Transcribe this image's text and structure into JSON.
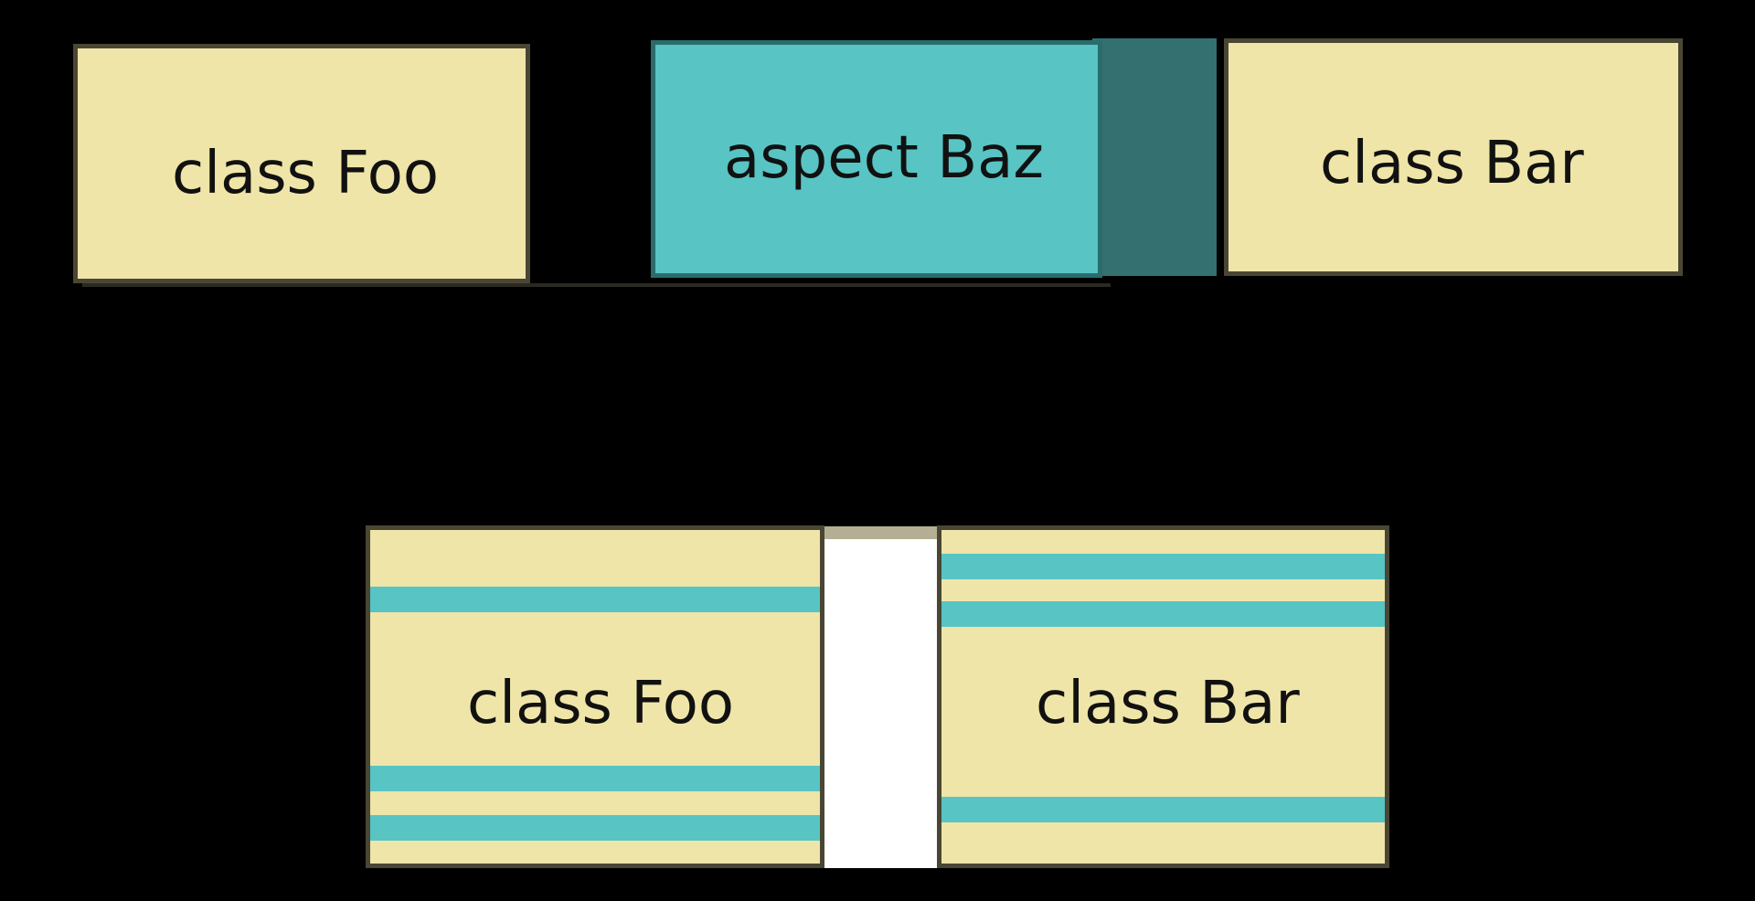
{
  "source": {
    "foo_label": "class Foo",
    "aspect_label": "aspect Baz",
    "bar_label": "class Bar"
  },
  "woven": {
    "foo_label": "class Foo",
    "bar_label": "class Bar"
  },
  "colors": {
    "background": "#000000",
    "class_fill": "#efe5a8",
    "aspect_fill": "#58c4c4",
    "aspect_shade": "#347070",
    "stripe": "#58c4c4",
    "border": "#4a4634"
  }
}
